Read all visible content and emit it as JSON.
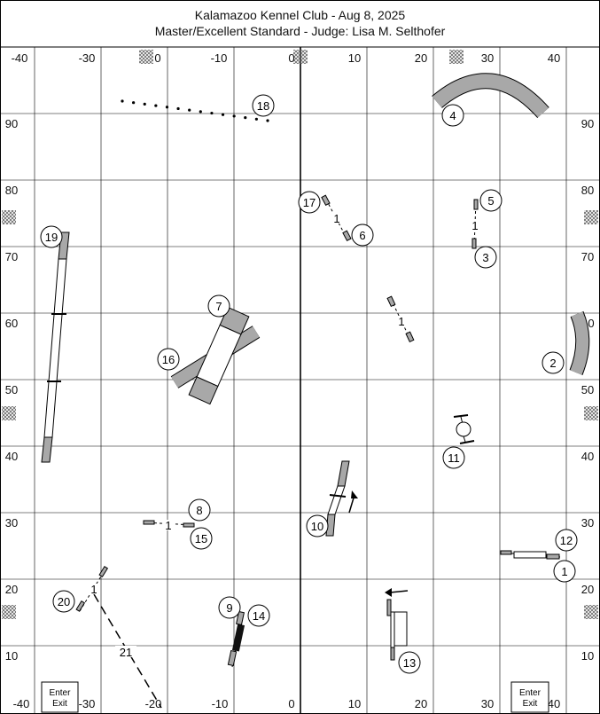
{
  "header": {
    "line1": "Kalamazoo Kennel Club - Aug 8, 2025",
    "line2": "Master/Excellent Standard - Judge: Lisa M. Selthofer"
  },
  "axis_labels": {
    "top": [
      "-40",
      "-30",
      "0",
      "-10",
      "0",
      "10",
      "20",
      "30",
      "40"
    ],
    "bottom": [
      "-40",
      "-30",
      "-20",
      "-10",
      "0",
      "10",
      "20",
      "30",
      "40"
    ],
    "left": [
      "90",
      "80",
      "70",
      "60",
      "50",
      "40",
      "30",
      "20",
      "10"
    ],
    "right": [
      "90",
      "80",
      "70",
      "0",
      "50",
      "40",
      "30",
      "20",
      "10"
    ]
  },
  "numbers": [
    "1",
    "2",
    "3",
    "4",
    "5",
    "6",
    "7",
    "8",
    "9",
    "10",
    "11",
    "12",
    "13",
    "14",
    "15",
    "16",
    "17",
    "18",
    "19",
    "20"
  ],
  "inline_labels": [
    "1",
    "1",
    "1",
    "1",
    "1",
    "21"
  ],
  "enter_exit": [
    {
      "line1": "Enter",
      "line2": "Exit"
    },
    {
      "line1": "Enter",
      "line2": "Exit"
    }
  ]
}
